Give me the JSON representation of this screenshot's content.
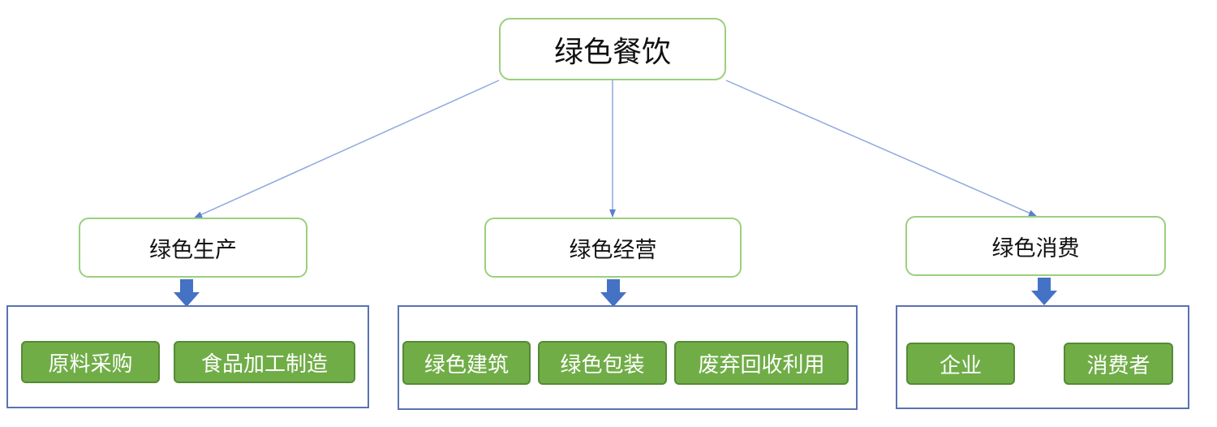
{
  "root": {
    "label": "绿色餐饮"
  },
  "categories": [
    {
      "label": "绿色生产",
      "items": [
        "原料采购",
        "食品加工制造"
      ]
    },
    {
      "label": "绿色经营",
      "items": [
        "绿色建筑",
        "绿色包装",
        "废弃回收利用"
      ]
    },
    {
      "label": "绿色消费",
      "items": [
        "企业",
        "消费者"
      ]
    }
  ],
  "colors": {
    "node_border": "#9bcf7e",
    "item_fill": "#70ad47",
    "group_border": "#5a72b3",
    "connector": "#5b7fd0",
    "block_arrow": "#4472c4"
  }
}
